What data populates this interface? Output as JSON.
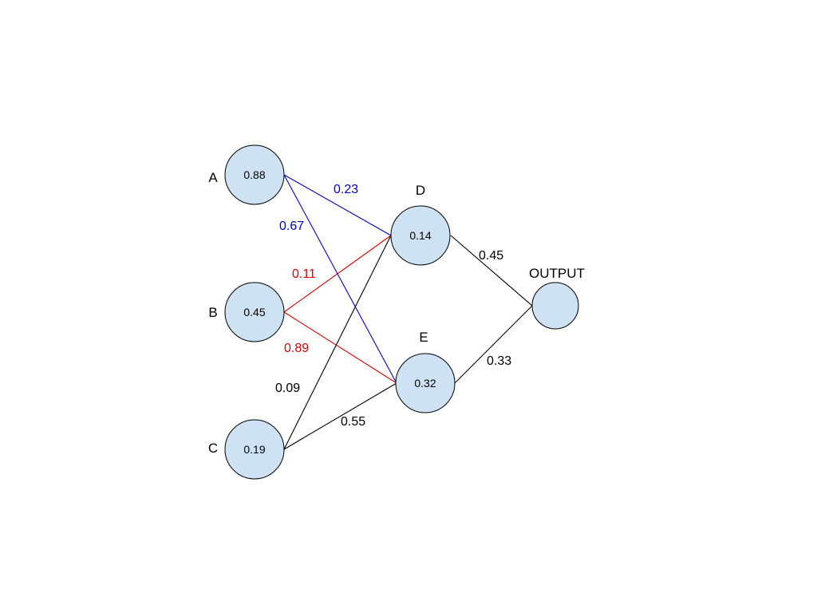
{
  "colors": {
    "node_fill": "#cfe2f3",
    "node_stroke": "#000000",
    "blue": "#0000cc",
    "red": "#e00000",
    "black": "#000000"
  },
  "nodes": {
    "A": {
      "label": "A",
      "value": "0.88"
    },
    "B": {
      "label": "B",
      "value": "0.45"
    },
    "C": {
      "label": "C",
      "value": "0.19"
    },
    "D": {
      "label": "D",
      "value": "0.14"
    },
    "E": {
      "label": "E",
      "value": "0.32"
    },
    "OUTPUT": {
      "label": "OUTPUT",
      "value": ""
    }
  },
  "edges": [
    {
      "from": "A",
      "to": "D",
      "weight": "0.23",
      "color": "#0000cc"
    },
    {
      "from": "A",
      "to": "E",
      "weight": "0.67",
      "color": "#0000cc"
    },
    {
      "from": "B",
      "to": "D",
      "weight": "0.11",
      "color": "#e00000"
    },
    {
      "from": "B",
      "to": "E",
      "weight": "0.89",
      "color": "#e00000"
    },
    {
      "from": "C",
      "to": "D",
      "weight": "0.09",
      "color": "#000000"
    },
    {
      "from": "C",
      "to": "E",
      "weight": "0.55",
      "color": "#000000"
    },
    {
      "from": "D",
      "to": "OUTPUT",
      "weight": "0.45",
      "color": "#000000"
    },
    {
      "from": "E",
      "to": "OUTPUT",
      "weight": "0.33",
      "color": "#000000"
    }
  ]
}
